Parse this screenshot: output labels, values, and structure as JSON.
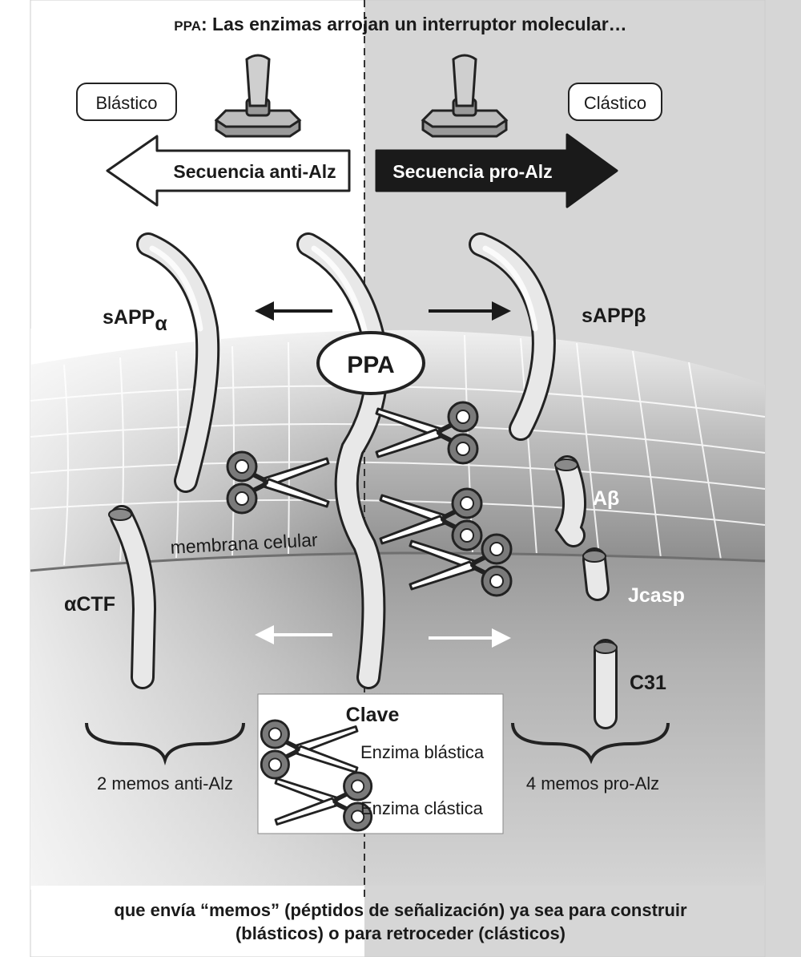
{
  "title": {
    "prefix": "PPA",
    "text": ": Las enzimas arrojan un interruptor molecular…"
  },
  "left_label": "Blástico",
  "right_label": "Clástico",
  "arrow_left_text": "Secuencia anti-Alz",
  "arrow_right_text": "Secuencia pro-Alz",
  "center_protein": "PPA",
  "fragments": {
    "sappa": "sAPP",
    "sappa_sub": "α",
    "sappb": "sAPPβ",
    "abeta": "Aβ",
    "jcasp": "Jcasp",
    "c31": "C31",
    "actf": "αCTF"
  },
  "membrane_label": "membrana celular",
  "groups": {
    "left": "2 memos anti-Alz",
    "right": "4 memos pro-Alz"
  },
  "key": {
    "title": "Clave",
    "blastic": "Enzima blástica",
    "clastic": "Enzima clástica"
  },
  "caption": {
    "line1": "que envía “memos” (péptidos de señalización) ya sea para construir",
    "line2": "(blásticos) o para retroceder (clásticos)"
  },
  "colors": {
    "right_half": "#d6d6d6",
    "sphere_top": "#e6e6e6",
    "sphere_bottom": "#8c8c8c",
    "dark_arrow": "#1a1a1a",
    "scissor_grey": "#7a7a7a"
  },
  "icons": [
    "toggle-switch-icon",
    "scissors-icon",
    "arrow-left-icon",
    "arrow-right-icon"
  ]
}
